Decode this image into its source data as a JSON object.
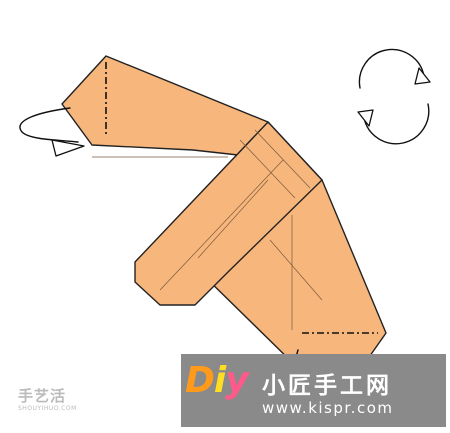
{
  "figure": {
    "paper_color": "#f7b67c",
    "outline_color": "#222222",
    "fold_lines": [
      "mountain-fold",
      "valley-crease"
    ],
    "arrows": [
      "turn-over-icon",
      "fold-behind-arrow-left",
      "fold-behind-arrow-bottom"
    ]
  },
  "watermark": {
    "left_text": "手艺活",
    "left_subtext": "SHOUYIHUO.COM",
    "logo_d": "D",
    "logo_i": "i",
    "logo_y": "y",
    "site_name": "小匠手工网",
    "site_url": "www.kispr.com",
    "banner_color": "#8a8a8a"
  }
}
